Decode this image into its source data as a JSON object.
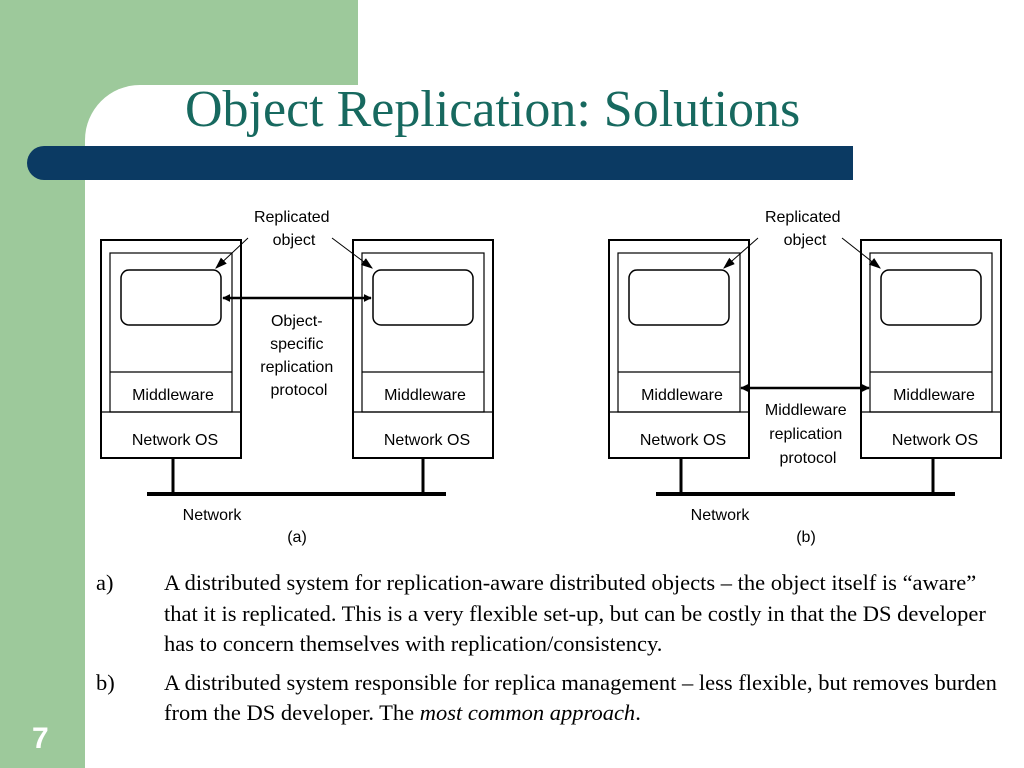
{
  "slide": {
    "title": "Object Replication: Solutions",
    "number": "7",
    "colors": {
      "green_band": "#9dc99b",
      "title_bar": "#0b3a63",
      "title_text": "#17695f"
    }
  },
  "diagram": {
    "a": {
      "label": "(a)",
      "replicated_object": [
        "Replicated",
        "object"
      ],
      "protocol": [
        "Object-",
        "specific",
        "replication",
        "protocol"
      ],
      "network": "Network",
      "left": {
        "middleware": "Middleware",
        "network_os": "Network OS"
      },
      "right": {
        "middleware": "Middleware",
        "network_os": "Network OS"
      }
    },
    "b": {
      "label": "(b)",
      "replicated_object": [
        "Replicated",
        "object"
      ],
      "protocol": [
        "Middleware",
        "replication",
        "protocol"
      ],
      "network": "Network",
      "left": {
        "middleware": "Middleware",
        "network_os": "Network OS"
      },
      "right": {
        "middleware": "Middleware",
        "network_os": "Network OS"
      }
    }
  },
  "body": {
    "items": [
      {
        "marker": "a)",
        "text": "A distributed system for replication-aware distributed objects – the object itself is “aware” that it is replicated.  This is a very flexible set-up, but can be costly in that the DS developer has to concern themselves with replication/consistency."
      },
      {
        "marker": "b)",
        "text": "A distributed system responsible for replica management – less flexible, but removes burden from the DS developer. The ",
        "emphasis": "most common approach",
        "tail": "."
      }
    ]
  }
}
